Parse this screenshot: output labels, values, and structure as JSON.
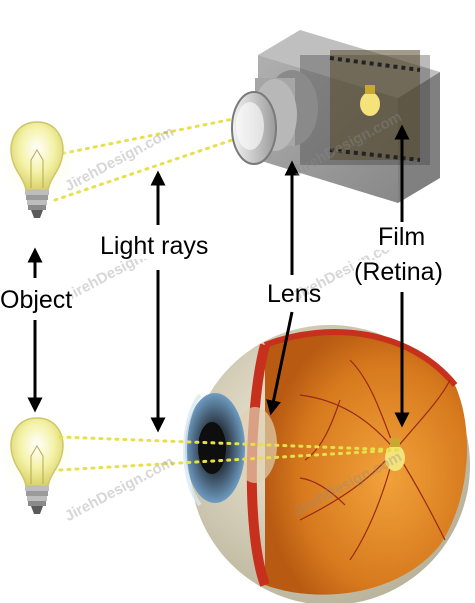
{
  "labels": {
    "object": "Object",
    "light_rays": "Light rays",
    "lens": "Lens",
    "film": "Film",
    "retina": "(Retina)"
  },
  "watermark": "JirehDesign.com",
  "colors": {
    "bulb_glass": "#f4f2a8",
    "bulb_glow": "#fbfbe0",
    "ray_dots": "#e8e04a",
    "camera_body": "#8a8a8a",
    "eye_orange": "#d77a1e",
    "eye_red": "#c8301e",
    "iris_blue": "#4f7fa8",
    "sclera": "#e8e2cc"
  }
}
